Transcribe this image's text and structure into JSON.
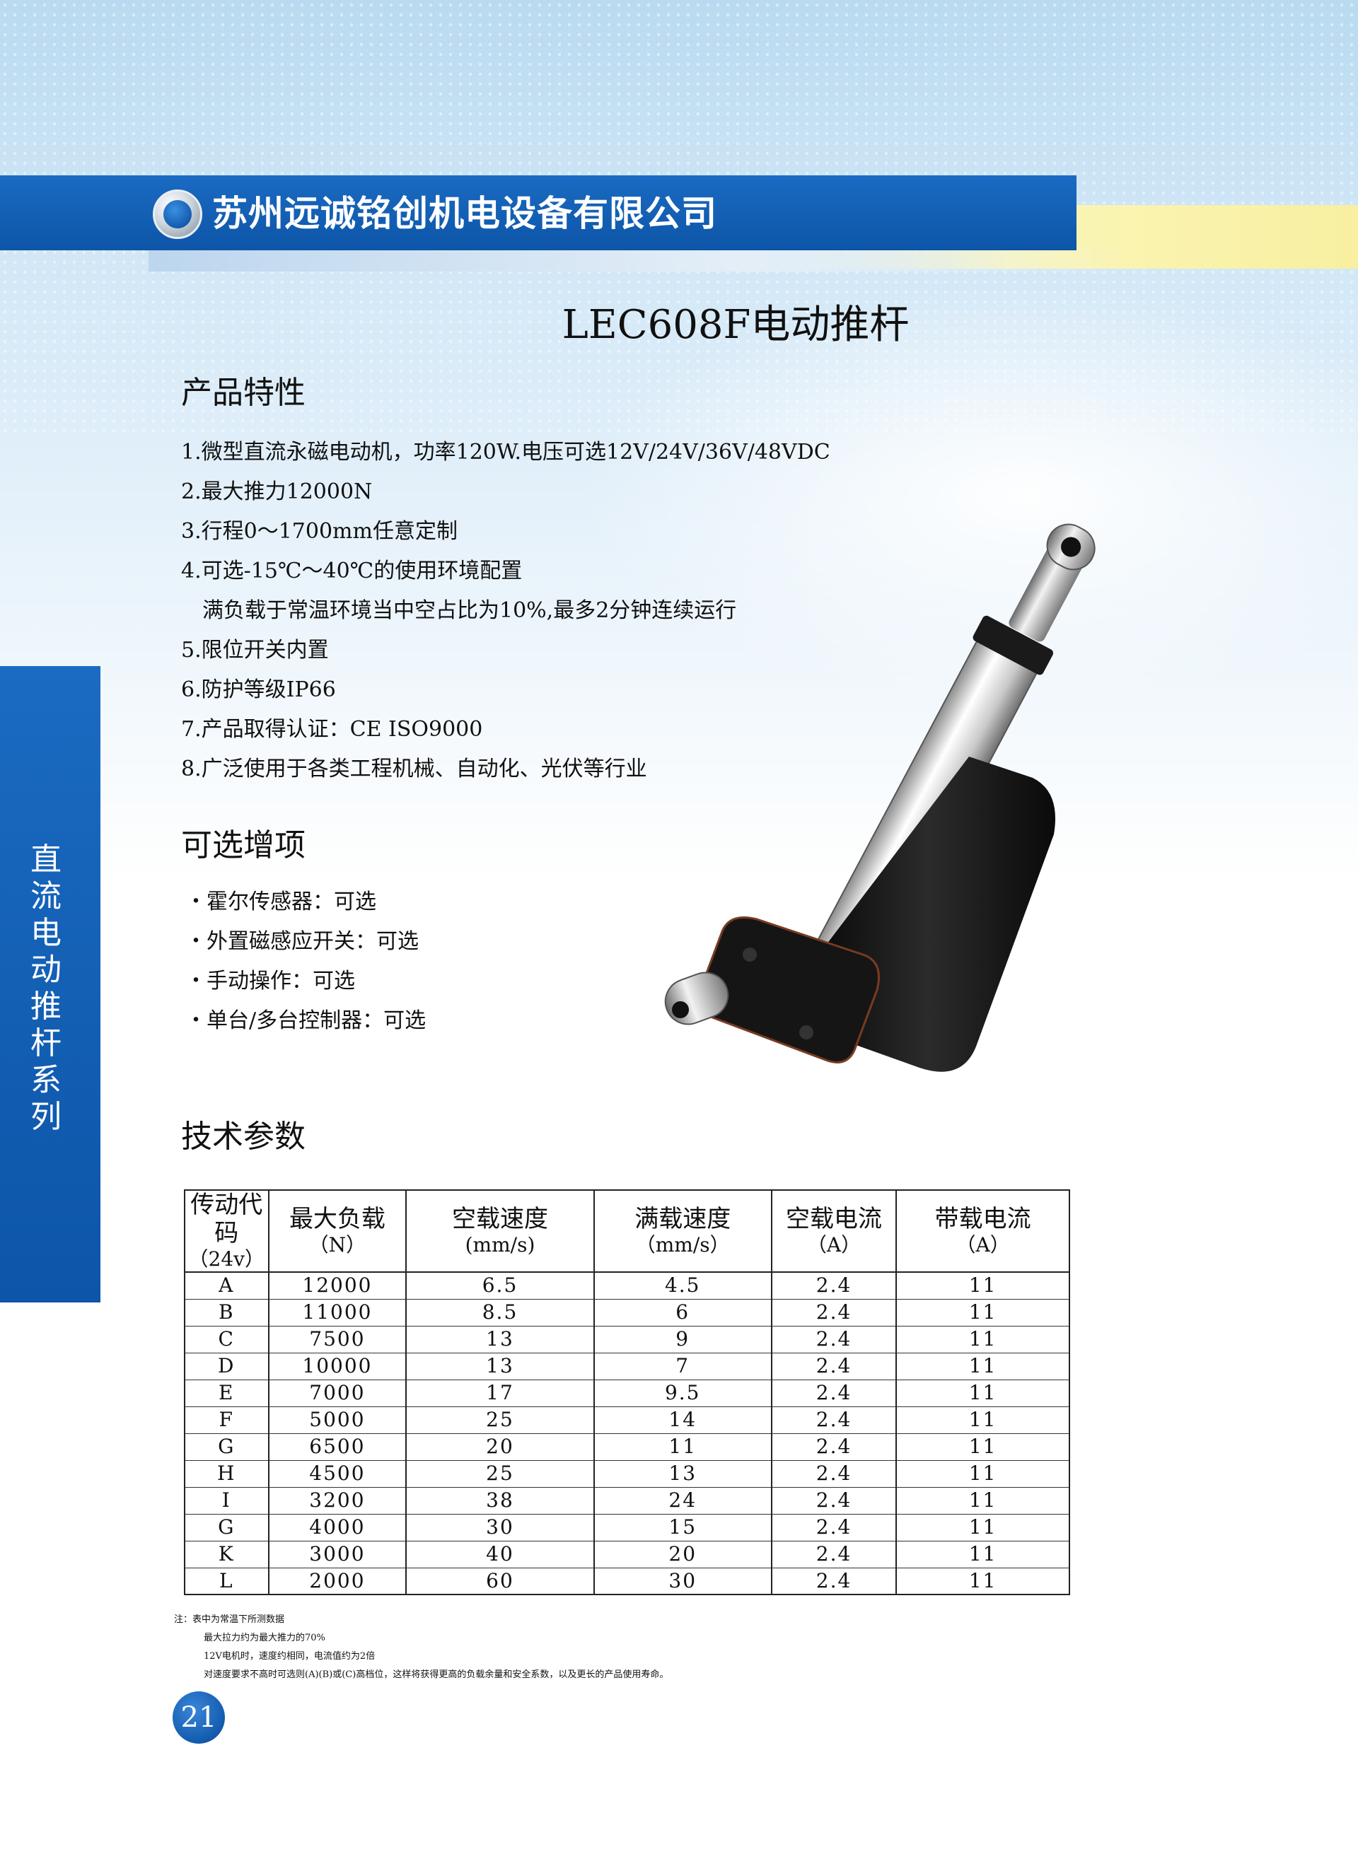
{
  "header": {
    "company_name": "苏州远诚铭创机电设备有限公司"
  },
  "product_title": "LEC608F电动推杆",
  "side_tab": "直流电动推杆系列",
  "features": {
    "heading": "产品特性",
    "items": [
      "1.微型直流永磁电动机，功率120W.电压可选12V/24V/36V/48VDC",
      "2.最大推力12000N",
      "3.行程0～1700mm任意定制",
      "4.可选-15℃～40℃的使用环境配置",
      "　满负载于常温环境当中空占比为10%,最多2分钟连续运行",
      "5.限位开关内置",
      "6.防护等级IP66",
      "7.产品取得认证：CE ISO9000",
      "8.广泛使用于各类工程机械、自动化、光伏等行业"
    ]
  },
  "options": {
    "heading": "可选增项",
    "items": [
      "・霍尔传感器：可选",
      "・外置磁感应开关：可选",
      "・手动操作：可选",
      "・单台/多台控制器：可选"
    ]
  },
  "specs": {
    "heading": "技术参数",
    "columns": [
      {
        "name": "传动代码",
        "unit": "（24v）"
      },
      {
        "name": "最大负载",
        "unit": "（N）"
      },
      {
        "name": "空载速度",
        "unit": "(mm/s)"
      },
      {
        "name": "满载速度",
        "unit": "（mm/s）"
      },
      {
        "name": "空载电流",
        "unit": "（A）"
      },
      {
        "name": "带载电流",
        "unit": "（A）"
      }
    ],
    "rows": [
      [
        "A",
        "12000",
        "6.5",
        "4.5",
        "2.4",
        "11"
      ],
      [
        "B",
        "11000",
        "8.5",
        "6",
        "2.4",
        "11"
      ],
      [
        "C",
        "7500",
        "13",
        "9",
        "2.4",
        "11"
      ],
      [
        "D",
        "10000",
        "13",
        "7",
        "2.4",
        "11"
      ],
      [
        "E",
        "7000",
        "17",
        "9.5",
        "2.4",
        "11"
      ],
      [
        "F",
        "5000",
        "25",
        "14",
        "2.4",
        "11"
      ],
      [
        "G",
        "6500",
        "20",
        "11",
        "2.4",
        "11"
      ],
      [
        "H",
        "4500",
        "25",
        "13",
        "2.4",
        "11"
      ],
      [
        "I",
        "3200",
        "38",
        "24",
        "2.4",
        "11"
      ],
      [
        "G",
        "4000",
        "30",
        "15",
        "2.4",
        "11"
      ],
      [
        "K",
        "3000",
        "40",
        "20",
        "2.4",
        "11"
      ],
      [
        "L",
        "2000",
        "60",
        "30",
        "2.4",
        "11"
      ]
    ]
  },
  "notes": [
    "注：表中为常温下所测数据",
    "最大拉力约为最大推力的70%",
    "12V电机时，速度约相同，电流值约为2倍",
    "对速度要求不高时可选则(A)(B)或(C)高档位，这样将获得更高的负载余量和安全系数，以及更长的产品使用寿命。"
  ],
  "page_number": "21",
  "colors": {
    "brand_blue": "#0d55a8",
    "accent_yellow": "#f8efa0"
  }
}
